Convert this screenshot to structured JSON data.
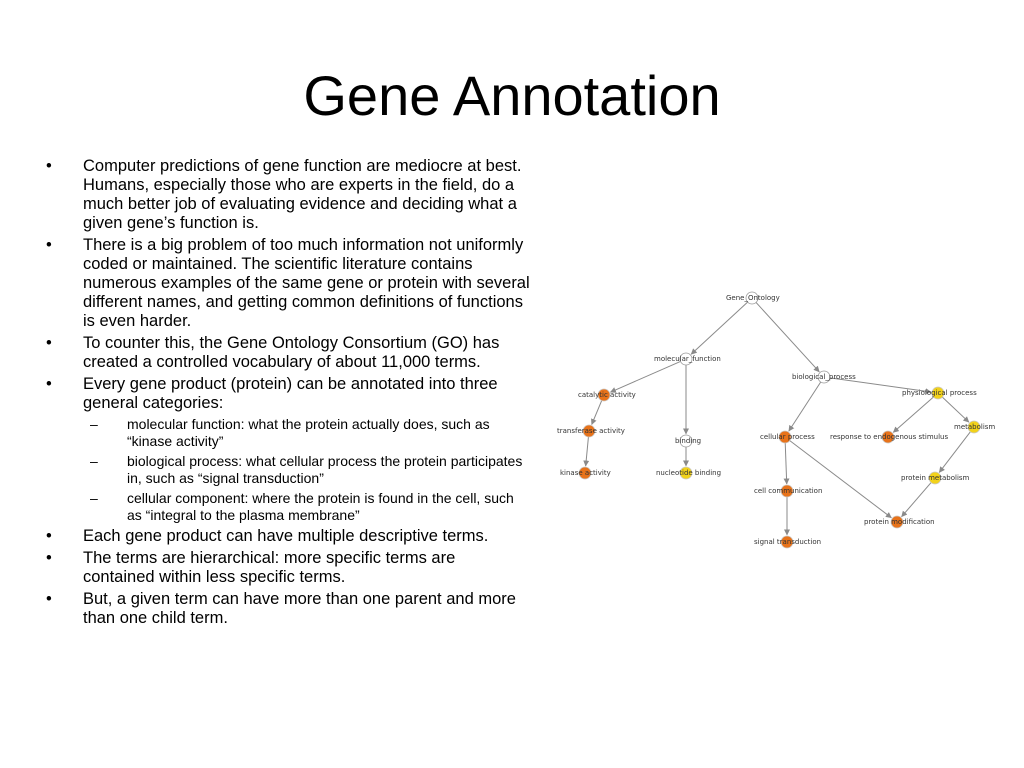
{
  "slide": {
    "title": "Gene Annotation",
    "bullets": [
      {
        "text": "Computer predictions of gene function are mediocre at best.  Humans, especially those who are experts in the field, do a much better job of evaluating evidence and deciding what a given gene’s function is."
      },
      {
        "text": "There is a big problem of too much information not uniformly coded or maintained.  The scientific literature contains numerous examples of the same gene or protein with several different names, and getting common definitions of functions is even harder."
      },
      {
        "text": "To counter this, the Gene Ontology Consortium (GO) has created a controlled vocabulary of about 11,000 terms."
      },
      {
        "text": "Every gene product (protein) can be annotated into three general categories:",
        "subs": [
          "molecular function: what the protein actually does, such as “kinase activity”",
          "biological process: what cellular process the protein participates in, such as “signal transduction”",
          "cellular component: where the protein is found in the cell, such as “integral to the plasma membrane”"
        ]
      },
      {
        "text": "Each gene product can have multiple descriptive terms."
      },
      {
        "text": "The terms are hierarchical: more specific terms are contained within less specific terms."
      },
      {
        "text": "But, a given term can have more than one parent and more than one child term."
      }
    ],
    "bullet_glyph": "•",
    "sub_glyph": "–"
  },
  "graph": {
    "colors": {
      "root": "#ffffff",
      "orange": "#e8731a",
      "yellow": "#f2d21b",
      "edge": "#8a8a8a"
    },
    "nodes": [
      {
        "id": "go",
        "label": "Gene_Ontology",
        "color": "root"
      },
      {
        "id": "mf",
        "label": "molecular_function",
        "color": "root"
      },
      {
        "id": "bp",
        "label": "biological_process",
        "color": "root"
      },
      {
        "id": "ca",
        "label": "catalytic activity",
        "color": "orange"
      },
      {
        "id": "ta",
        "label": "transferase activity",
        "color": "orange"
      },
      {
        "id": "ka",
        "label": "kinase activity",
        "color": "orange"
      },
      {
        "id": "bi",
        "label": "binding",
        "color": "root"
      },
      {
        "id": "nb",
        "label": "nucleotide binding",
        "color": "yellow"
      },
      {
        "id": "cp",
        "label": "cellular process",
        "color": "orange"
      },
      {
        "id": "cc",
        "label": "cell communication",
        "color": "orange"
      },
      {
        "id": "st",
        "label": "signal transduction",
        "color": "orange"
      },
      {
        "id": "pp",
        "label": "physiological process",
        "color": "yellow"
      },
      {
        "id": "rs",
        "label": "response to endogenous stimulus",
        "color": "orange"
      },
      {
        "id": "me",
        "label": "metabolism",
        "color": "yellow"
      },
      {
        "id": "pm",
        "label": "protein metabolism",
        "color": "yellow"
      },
      {
        "id": "pmod",
        "label": "protein modification",
        "color": "orange"
      }
    ],
    "edges": [
      [
        "go",
        "mf"
      ],
      [
        "go",
        "bp"
      ],
      [
        "mf",
        "ca"
      ],
      [
        "mf",
        "bi"
      ],
      [
        "ca",
        "ta"
      ],
      [
        "ta",
        "ka"
      ],
      [
        "bi",
        "nb"
      ],
      [
        "bp",
        "cp"
      ],
      [
        "bp",
        "pp"
      ],
      [
        "cp",
        "cc"
      ],
      [
        "cc",
        "st"
      ],
      [
        "cp",
        "pmod"
      ],
      [
        "pp",
        "rs"
      ],
      [
        "pp",
        "me"
      ],
      [
        "me",
        "pm"
      ],
      [
        "pm",
        "pmod"
      ]
    ]
  }
}
